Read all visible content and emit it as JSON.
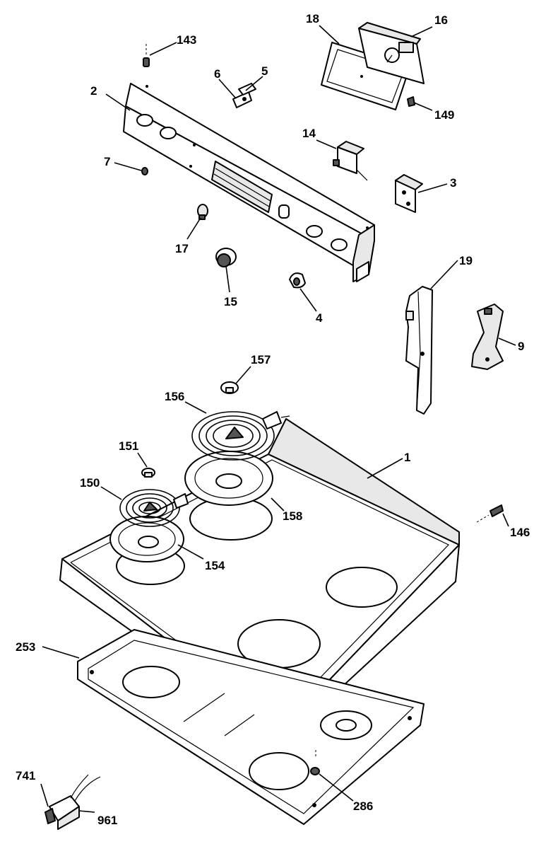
{
  "diagram": {
    "labels": {
      "p1": "1",
      "p2": "2",
      "p3": "3",
      "p4": "4",
      "p5": "5",
      "p6": "6",
      "p7": "7",
      "p9": "9",
      "p14": "14",
      "p15": "15",
      "p16": "16",
      "p17": "17",
      "p18": "18",
      "p19": "19",
      "p143": "143",
      "p146": "146",
      "p149": "149",
      "p150": "150",
      "p151": "151",
      "p154": "154",
      "p156": "156",
      "p157": "157",
      "p158": "158",
      "p253": "253",
      "p286": "286",
      "p741": "741",
      "p961": "961"
    }
  }
}
